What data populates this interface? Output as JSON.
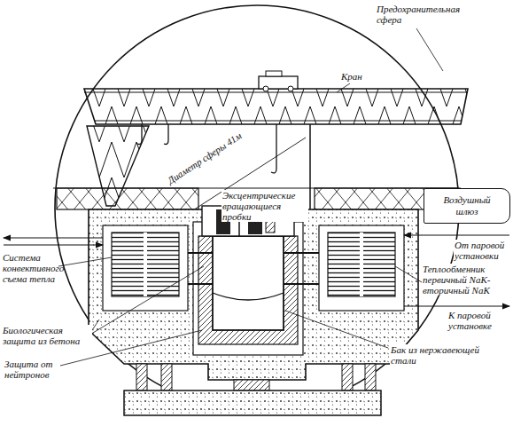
{
  "diagram": {
    "nodes": [
      {
        "text": [
          "Воздушный шлюз"
        ]
      }
    ],
    "labels": [
      "Предохранительная сфера",
      "Кран",
      "Диаметр сферы 41м",
      "Эксцентрические вращающиеся пробки",
      "От паровой установки",
      "Система конвективного съема тепла",
      "Теплообменник первичный NaK-вторичный NaK",
      "К паровой установке",
      "Биологическая защита из бетона",
      "Бак из нержавеющей стали",
      "Защита от нейтронов"
    ]
  }
}
